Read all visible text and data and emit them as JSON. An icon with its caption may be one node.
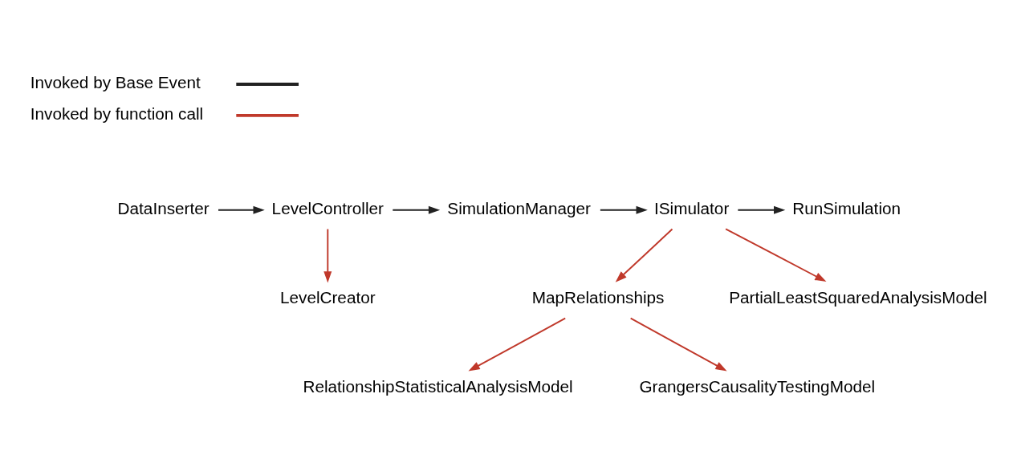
{
  "diagram": {
    "nodes": [
      {
        "text": [
          "DataInserter"
        ]
      },
      {
        "text": [
          "LevelController"
        ]
      },
      {
        "text": [
          "SimulationManager"
        ]
      },
      {
        "text": [
          "ISimulator"
        ]
      },
      {
        "text": [
          "RunSimulation"
        ]
      },
      {
        "text": [
          "LevelCreator"
        ]
      },
      {
        "text": [
          "MapRelationships"
        ]
      },
      {
        "text": [
          "PartialLeastSquaredAnalysisModel"
        ]
      },
      {
        "text": [
          "RelationshipStatisticalAnalysisModel"
        ]
      },
      {
        "text": [
          "GrangersCausalityTestingModel"
        ]
      }
    ],
    "edges": [
      {
        "from": 0,
        "to": 1,
        "arrow": "to",
        "color": "#222222"
      },
      {
        "from": 1,
        "to": 2,
        "arrow": "to",
        "color": "#222222"
      },
      {
        "from": 2,
        "to": 3,
        "arrow": "to",
        "color": "#222222"
      },
      {
        "from": 3,
        "to": 4,
        "arrow": "to",
        "color": "#222222"
      },
      {
        "from": 1,
        "to": 5,
        "arrow": "to",
        "color": "#c0392b"
      },
      {
        "from": 3,
        "to": 6,
        "arrow": "to",
        "color": "#c0392b"
      },
      {
        "from": 3,
        "to": 7,
        "arrow": "to",
        "color": "#c0392b"
      },
      {
        "from": 6,
        "to": 8,
        "arrow": "to",
        "color": "#c0392b"
      },
      {
        "from": 6,
        "to": 9,
        "arrow": "to",
        "color": "#c0392b"
      }
    ],
    "legend": [
      {
        "text": "Invoked by Base Event",
        "color": "#222222"
      },
      {
        "text": "Invoked by function call",
        "color": "#c0392b"
      }
    ]
  }
}
